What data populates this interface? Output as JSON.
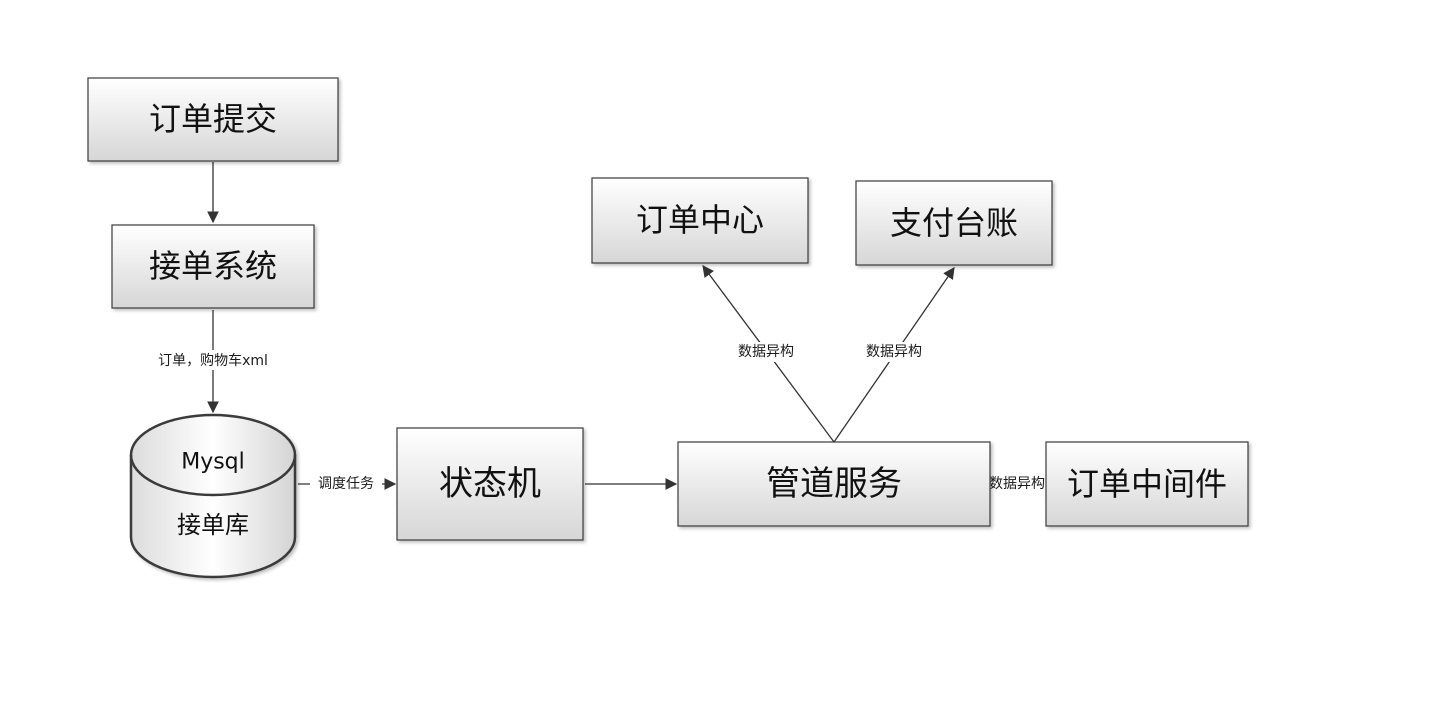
{
  "nodes": {
    "order_submit": "订单提交",
    "order_receiving_system": "接单系统",
    "db_type": "Mysql",
    "db_name": "接单库",
    "state_machine": "状态机",
    "pipeline_service": "管道服务",
    "order_center": "订单中心",
    "payment_ledger": "支付台账",
    "order_middleware": "订单中间件"
  },
  "edges": {
    "system_to_db": "订单，购物车xml",
    "db_to_state_machine": "调度任务",
    "pipeline_to_order_center": "数据异构",
    "pipeline_to_payment_ledger": "数据异构",
    "pipeline_to_middleware": "数据异构"
  },
  "colors": {
    "box_fill_top": "#ffffff",
    "box_fill_bottom": "#d9d9d9",
    "border": "#3a3a3a",
    "line": "#333333",
    "text": "#111111"
  }
}
